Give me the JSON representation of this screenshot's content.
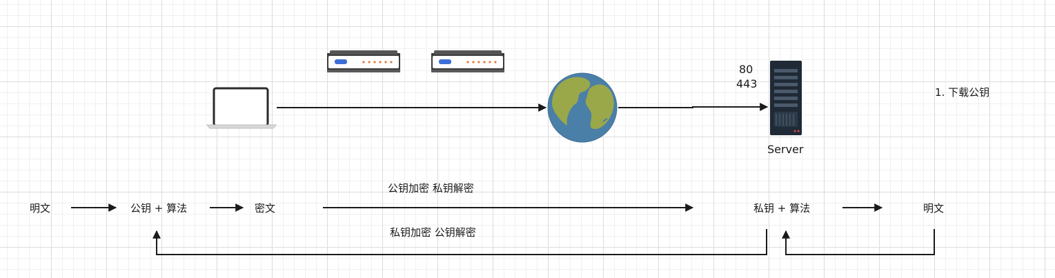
{
  "server": {
    "label": "Server",
    "port_http": "80",
    "port_https": "443"
  },
  "note": "1. 下载公钥",
  "flow": {
    "plaintext_left": "明文",
    "public_key_algo": "公钥 + 算法",
    "ciphertext": "密文",
    "private_key_algo": "私钥 + 算法",
    "plaintext_right": "明文",
    "caption_top": "公钥加密  私钥解密",
    "caption_bottom": "私钥加密 公钥解密"
  },
  "icons": [
    "laptop-icon",
    "router-icon",
    "globe-icon",
    "server-icon"
  ],
  "colors": {
    "line": "#1a1a1a",
    "globe_ocean": "#4a7fa8",
    "globe_land": "#9aa84a",
    "device_dark": "#3c3c3c",
    "device_led_blue": "#3d6fd6",
    "device_led_orange": "#e87a3a"
  }
}
